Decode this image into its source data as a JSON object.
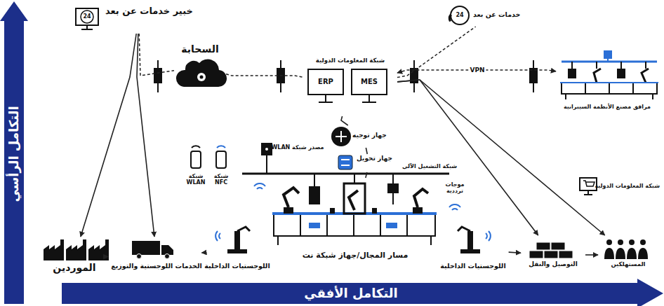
{
  "diagram": {
    "nodes": [
      {
        "text": [
          "24",
          "خبير خدمات عن بعد"
        ]
      },
      {
        "text": [
          "السحابة"
        ]
      },
      {
        "text": [
          "شبكة المعلومات الدولية"
        ]
      },
      {
        "text": [
          "ERP"
        ],
        "in": 2
      },
      {
        "text": [
          "MES"
        ],
        "in": 2
      },
      {
        "text": [
          "24",
          "خدمات عن بعد"
        ]
      },
      {
        "text": [
          "مرافق مصنع الأنظمة السيبرانية"
        ]
      },
      {
        "text": [
          "جهاز توجيه"
        ]
      },
      {
        "text": [
          "جهاز تحويل"
        ]
      },
      {
        "text": [
          "الموردين"
        ]
      },
      {
        "text": [
          "الخدمات اللوجستية والتوزيع"
        ]
      },
      {
        "text": [
          "اللوجستيات الداخلية"
        ]
      },
      {
        "text": [
          "مسار المجال/جهاز شبكة نت"
        ]
      },
      {
        "text": [
          "اللوجستيات الداخلية"
        ]
      },
      {
        "text": [
          "التوصيل والنقل"
        ]
      },
      {
        "text": [
          "المستهلكين"
        ]
      },
      {
        "text": [
          "شبكة المعلومات الدولية"
        ]
      }
    ],
    "edges": [
      {
        "from": 0,
        "to": 9,
        "arrow": "to"
      },
      {
        "from": 0,
        "to": 10,
        "arrow": "to"
      },
      {
        "from": 0,
        "to": 1,
        "arrow": "none"
      },
      {
        "from": 1,
        "to": 2,
        "arrow": "none"
      },
      {
        "from": 2,
        "to": 5,
        "arrow": "none"
      },
      {
        "from": 2,
        "to": 6,
        "label": "VPN",
        "arrow": "both"
      },
      {
        "from": 2,
        "to": 7,
        "arrow": "none"
      },
      {
        "from": 7,
        "to": 8,
        "arrow": "none"
      },
      {
        "from": 8,
        "to": 12,
        "arrow": "none"
      },
      {
        "from": 2,
        "to": 14,
        "arrow": "to"
      },
      {
        "from": 2,
        "to": 15,
        "arrow": "to"
      },
      {
        "from": 9,
        "to": 10,
        "arrow": "to"
      },
      {
        "from": 10,
        "to": 11,
        "arrow": "to"
      },
      {
        "from": 13,
        "to": 14,
        "arrow": "to"
      },
      {
        "from": 14,
        "to": 15,
        "arrow": "to"
      }
    ],
    "labels": [
      "التكامل الرأسي",
      "التكامل الأفقي",
      "شبكة التشغيل الآلي",
      "مصدر شبكة WLAN",
      "شبكة WLAN",
      "شبكة NFC",
      "موجات ترددية"
    ]
  }
}
